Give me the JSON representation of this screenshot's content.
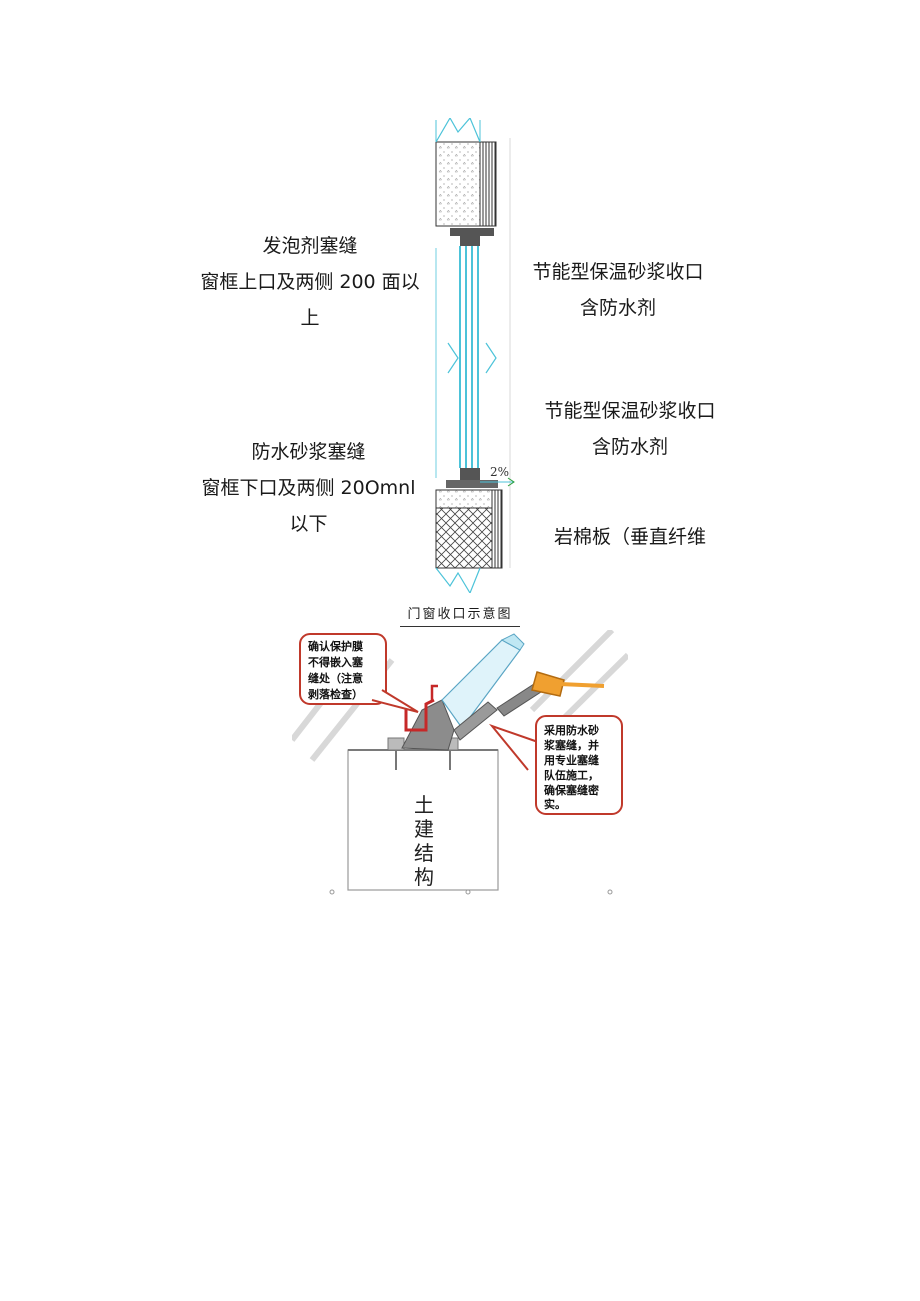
{
  "labels": {
    "upper_left": [
      "发泡剂塞缝",
      "窗框上口及两侧 200 面以",
      "上"
    ],
    "upper_right": [
      "节能型保温砂浆收口",
      "含防水剂"
    ],
    "middle_right": [
      "节能型保温砂浆收口",
      "含防水剂"
    ],
    "lower_left": [
      "防水砂浆塞缝",
      "窗框下口及两侧 20Omnl",
      "以下"
    ],
    "lower_right": [
      "岩棉板（垂直纤维"
    ]
  },
  "slope_label": "2%",
  "caption": "门窗收口示意图",
  "figure2": {
    "callout_left": [
      "确认保护膜",
      "不得嵌入塞",
      "缝处（注意",
      "剥落检查）"
    ],
    "callout_right": [
      "采用防水砂",
      "浆塞缝，并",
      "用专业塞缝",
      "队伍施工，",
      "确保塞缝密",
      "实。"
    ],
    "vertical_text": [
      "土",
      "建",
      "结",
      "构"
    ]
  },
  "colors": {
    "glass": "#7fd6e3",
    "frame": "#2b2b2b",
    "callout_border": "#c0392b",
    "window_frame_red": "#c62828",
    "window_frame_grey": "#8c8c8c",
    "window_glass_light": "#dff3fa",
    "tool_orange": "#f0a030",
    "hatch": "#444444"
  }
}
